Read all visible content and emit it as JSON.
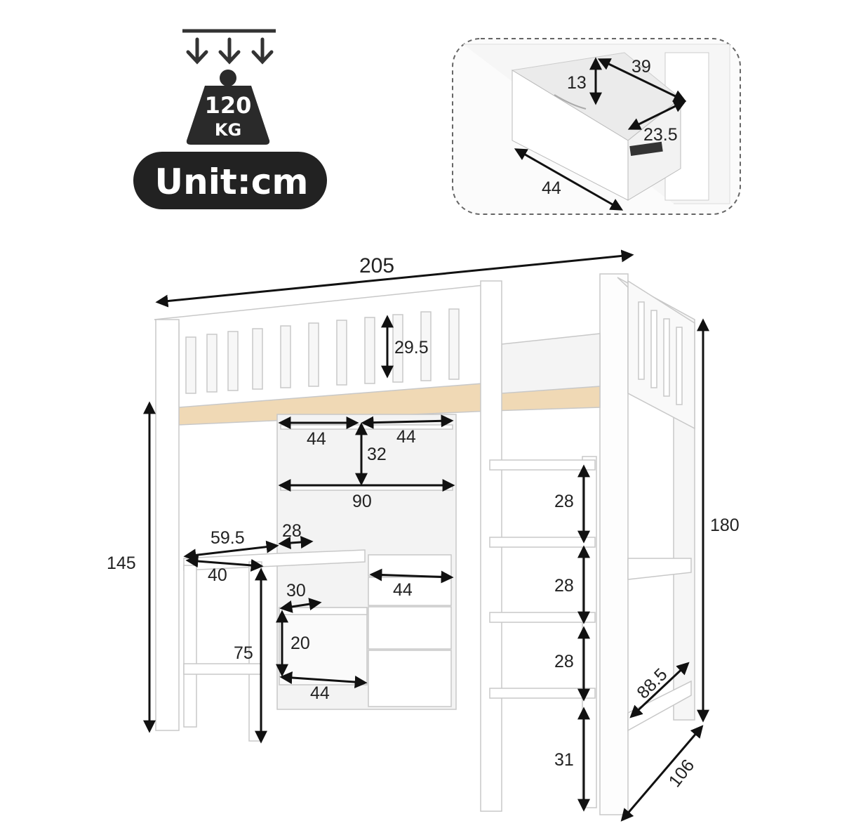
{
  "badge": {
    "weight_value": "120",
    "weight_unit": "KG",
    "unit_label": "Unit:cm"
  },
  "drawer_inset": {
    "height": "13",
    "depth_top": "39",
    "depth_side": "23.5",
    "width": "44"
  },
  "bed": {
    "length": "205",
    "rail_height": "29.5",
    "total_height": "180",
    "under_bed_height": "145",
    "width": "106",
    "ladder_depth": "88.5",
    "ladder_step_1": "28",
    "ladder_step_2": "28",
    "ladder_step_3": "28",
    "ladder_bottom": "31"
  },
  "bookshelf": {
    "shelf_left": "44",
    "shelf_right": "44",
    "shelf_height": "32",
    "shelf_total": "90"
  },
  "desk": {
    "desk_length": "59.5",
    "desk_gap": "28",
    "desk_depth": "40",
    "desk_height": "75",
    "cubby_width": "30",
    "cubby_height": "20",
    "cubby_depth": "44",
    "drawer_width": "44"
  },
  "colors": {
    "badge": "#222222",
    "line": "#111111",
    "wood": "#f0d9b5",
    "frame": "#ffffff",
    "frame_stroke": "#c8c8c8"
  }
}
